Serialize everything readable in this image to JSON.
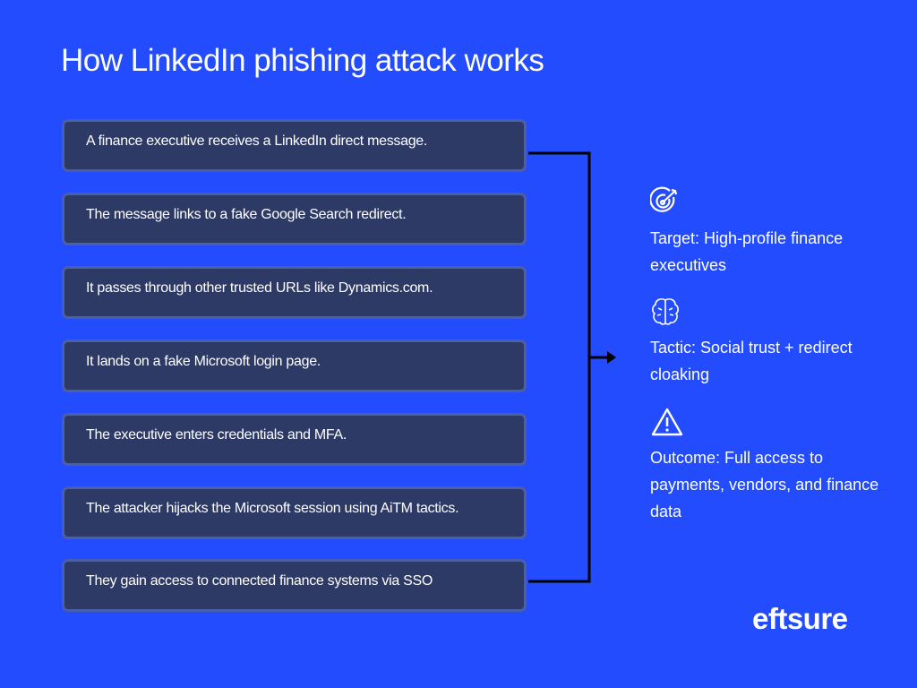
{
  "title": "How LinkedIn phishing attack works",
  "steps": [
    "A finance executive receives a LinkedIn direct message.",
    "The message links to a fake Google Search redirect.",
    "It passes through other trusted URLs like Dynamics.com.",
    "It lands on a fake Microsoft login page.",
    "The executive enters credentials and MFA.",
    "The attacker hijacks the Microsoft session using AiTM tactics.",
    "They gain access to connected finance systems via SSO"
  ],
  "summary": [
    {
      "icon": "target-icon",
      "text": "Target: High-profile finance executives"
    },
    {
      "icon": "brain-icon",
      "text": "Tactic: Social trust + redirect cloaking"
    },
    {
      "icon": "warning-icon",
      "text": "Outcome: Full access to payments, vendors, and finance data"
    }
  ],
  "logo": "eftsure",
  "colors": {
    "background": "#224cfd",
    "box": "#2e3a66",
    "box_border": "#4b5ea8"
  }
}
